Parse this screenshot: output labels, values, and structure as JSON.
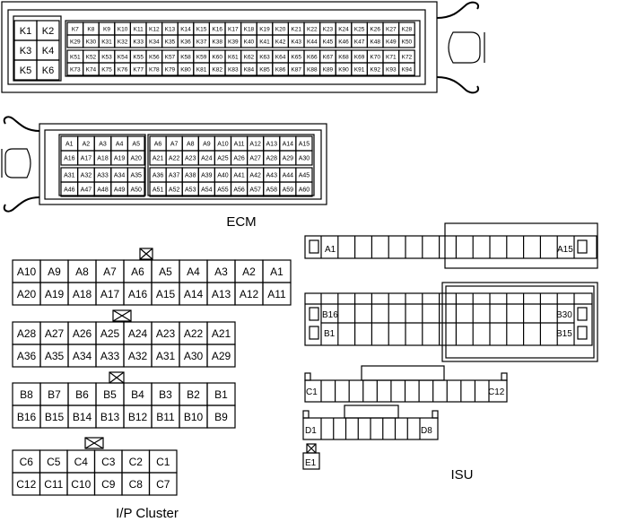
{
  "labels": {
    "ecm": "ECM",
    "isu": "ISU",
    "ip_cluster": "I/P Cluster"
  },
  "ecm_connector_1": {
    "large_pins": [
      [
        "K1",
        "K2"
      ],
      [
        "K3",
        "K4"
      ],
      [
        "K5",
        "K6"
      ]
    ],
    "rows": [
      [
        "K7",
        "K8",
        "K9",
        "K10",
        "K11",
        "K12",
        "K13",
        "K14",
        "K15",
        "K16",
        "K17",
        "K18",
        "K19",
        "K20",
        "K21",
        "K22",
        "K23",
        "K24",
        "K25",
        "K26",
        "K27",
        "K28"
      ],
      [
        "K29",
        "K30",
        "K31",
        "K32",
        "K33",
        "K34",
        "K35",
        "K36",
        "K37",
        "K38",
        "K39",
        "K40",
        "K41",
        "K42",
        "K43",
        "K44",
        "K45",
        "K46",
        "K47",
        "K48",
        "K49",
        "K50"
      ],
      [
        "K51",
        "K52",
        "K53",
        "K54",
        "K55",
        "K56",
        "K57",
        "K58",
        "K59",
        "K60",
        "K61",
        "K62",
        "K63",
        "K64",
        "K65",
        "K66",
        "K67",
        "K68",
        "K69",
        "K70",
        "K71",
        "K72"
      ],
      [
        "K73",
        "K74",
        "K75",
        "K76",
        "K77",
        "K78",
        "K79",
        "K80",
        "K81",
        "K82",
        "K83",
        "K84",
        "K85",
        "K86",
        "K87",
        "K88",
        "K89",
        "K90",
        "K91",
        "K92",
        "K93",
        "K94"
      ]
    ]
  },
  "ecm_connector_2": {
    "left_block": [
      [
        "A1",
        "A2",
        "A3",
        "A4",
        "A5"
      ],
      [
        "A16",
        "A17",
        "A18",
        "A19",
        "A20"
      ],
      [
        "A31",
        "A32",
        "A33",
        "A34",
        "A35"
      ],
      [
        "A46",
        "A47",
        "A48",
        "A49",
        "A50"
      ]
    ],
    "right_block": [
      [
        "A6",
        "A7",
        "A8",
        "A9",
        "A10",
        "A11",
        "A12",
        "A13",
        "A14",
        "A15"
      ],
      [
        "A21",
        "A22",
        "A23",
        "A24",
        "A25",
        "A26",
        "A27",
        "A28",
        "A29",
        "A30"
      ],
      [
        "A36",
        "A37",
        "A38",
        "A39",
        "A40",
        "A41",
        "A42",
        "A43",
        "A44",
        "A45"
      ],
      [
        "A51",
        "A52",
        "A53",
        "A54",
        "A55",
        "A56",
        "A57",
        "A58",
        "A59",
        "A60"
      ]
    ]
  },
  "ip_cluster": {
    "connector_a_1": [
      [
        "A10",
        "A9",
        "A8",
        "A7",
        "A6",
        "A5",
        "A4",
        "A3",
        "A2",
        "A1"
      ],
      [
        "A20",
        "A19",
        "A18",
        "A17",
        "A16",
        "A15",
        "A14",
        "A13",
        "A12",
        "A11"
      ]
    ],
    "connector_a_2": [
      [
        "A28",
        "A27",
        "A26",
        "A25",
        "A24",
        "A23",
        "A22",
        "A21"
      ],
      [
        "A36",
        "A35",
        "A34",
        "A33",
        "A32",
        "A31",
        "A30",
        "A29"
      ]
    ],
    "connector_b": [
      [
        "B8",
        "B7",
        "B6",
        "B5",
        "B4",
        "B3",
        "B2",
        "B1"
      ],
      [
        "B16",
        "B15",
        "B14",
        "B13",
        "B12",
        "B11",
        "B10",
        "B9"
      ]
    ],
    "connector_c": [
      [
        "C6",
        "C5",
        "C4",
        "C3",
        "C2",
        "C1"
      ],
      [
        "C12",
        "C11",
        "C10",
        "C9",
        "C8",
        "C7"
      ]
    ]
  },
  "isu": {
    "connector_a": {
      "first": "A1",
      "last": "A15"
    },
    "connector_b": {
      "row1_first": "B16",
      "row1_last": "B30",
      "row2_first": "B1",
      "row2_last": "B15"
    },
    "connector_c": {
      "first": "C1",
      "last": "C12"
    },
    "connector_d": {
      "first": "D1",
      "last": "D8"
    },
    "connector_e": {
      "pin": "E1"
    }
  }
}
